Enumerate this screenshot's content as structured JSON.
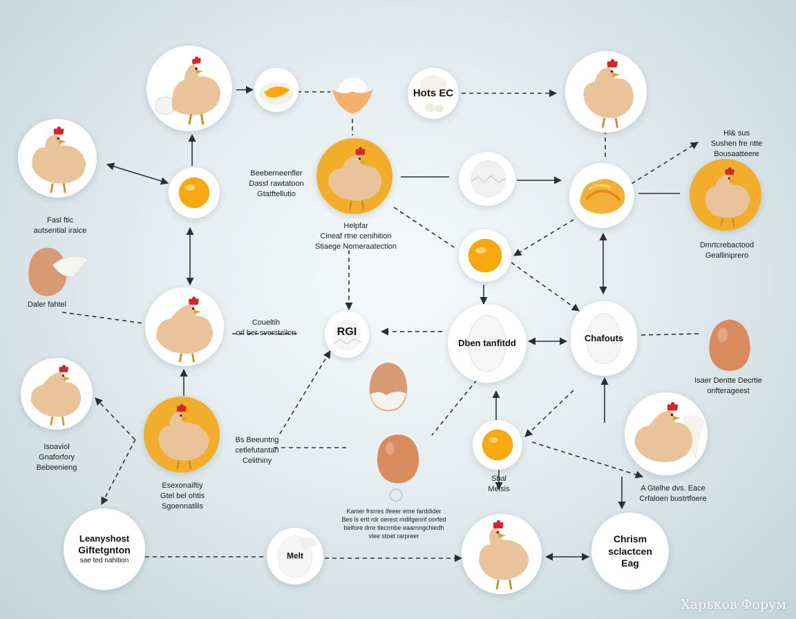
{
  "nodes": {
    "hen_top_left": {
      "icon": "hen-with-egg"
    },
    "egg_bowl": {
      "icon": "egg-yolk-bowl"
    },
    "cracked_egg_top": {
      "icon": "cracked-egg"
    },
    "hotbox_node": {
      "label": "Hots EC",
      "icon": "egg-cup"
    },
    "hen_top_right": {
      "icon": "hen"
    },
    "hen_left_upper": {
      "icon": "hen"
    },
    "yolk_upper_left": {
      "icon": "egg-yolk"
    },
    "hen_center_orange": {
      "icon": "hen"
    },
    "white_egg_center": {
      "icon": "cracked-white-egg"
    },
    "fried_food": {
      "icon": "fried-food"
    },
    "hen_right_orange": {
      "icon": "hen"
    },
    "cracked_egg_left": {
      "icon": "cracked-brown-egg"
    },
    "yolk_center": {
      "icon": "egg-yolk"
    },
    "hen_mid_left": {
      "icon": "hen"
    },
    "rgi_node": {
      "label": "RGI",
      "icon": "cracked-white-egg"
    },
    "dben_node": {
      "label": "Dben tanfitdd",
      "icon": "white-egg"
    },
    "chafouts_node": {
      "label": "Chafouts",
      "icon": "white-egg"
    },
    "brown_egg_right": {
      "icon": "brown-egg"
    },
    "hen_left_lower": {
      "icon": "hen"
    },
    "hen_orange_lower": {
      "icon": "hen"
    },
    "brown_egg_cracked_mid": {
      "icon": "cracked-brown-egg"
    },
    "yolk_lower": {
      "icon": "egg-yolk"
    },
    "hen_right_lower": {
      "icon": "hen"
    },
    "brown_egg_lower": {
      "icon": "brown-egg"
    },
    "leanyshost_node": {
      "lines": [
        "Leanyshost",
        "Giftetgnton",
        "sae ted nahition"
      ]
    },
    "melt_node": {
      "label": "Melt",
      "icon": "cracked-white-egg"
    },
    "hen_bottom": {
      "icon": "hen"
    },
    "chrism_node": {
      "lines": [
        "Chrism",
        "sclactcen",
        "Eag"
      ]
    }
  },
  "labels": {
    "l_hen_left": [
      "Fasl ftic",
      "autsential iraice"
    ],
    "l_egg_left": [
      "Daler fahtel"
    ],
    "l_bed_top": [
      "Beeberneenfler",
      "Dassf rawtatoon",
      "Gtatftellutio"
    ],
    "l_center_mid": [
      "Helpfar",
      "Cineaf rtne cenihition",
      "Stiaege Nomeraatection"
    ],
    "l_couetin": [
      "Coueltih",
      "orl ber sverstailon"
    ],
    "l_right_top": [
      "Hl& sus",
      "Sushen fre ntte",
      "Bousaatteere"
    ],
    "l_right_orange": [
      "Dmrtcrebactood",
      "Gealliniprero"
    ],
    "l_brown_right": [
      "Isaer Dentte Decrtie",
      "onfterageest"
    ],
    "l_hen_left_lower": [
      "Isoaviol",
      "Gnaforfory",
      "Bebeenieng"
    ],
    "l_orange_lower": [
      "Esexonaiftiy",
      "Gtel bel ohtis",
      "Sgoennatilis"
    ],
    "l_beseuinting": [
      "Bs Beeuntng",
      "cetlefutantan",
      "Celithiny"
    ],
    "l_mid_para": [
      "Kanier frsrres lfeeer eme farddider",
      "Bes ls ertt rdr oerest mdifgenrif oorfed",
      "belfore drre tlecrmbe eaarnngchiedh",
      "vlee stoet rarpreer"
    ],
    "l_small_center": [
      "Sbal",
      "Melsis"
    ],
    "l_right_lower": [
      "A Gtelhe dvs. Eace",
      "Crfaloen bustrtfoere"
    ]
  },
  "watermark": "Харьков Форум",
  "colors": {
    "orange": "#f2ae2a",
    "yolk": "#f7a90f",
    "hen": "#e9c49b",
    "comb": "#d4262a",
    "line": "#2b2f33"
  }
}
